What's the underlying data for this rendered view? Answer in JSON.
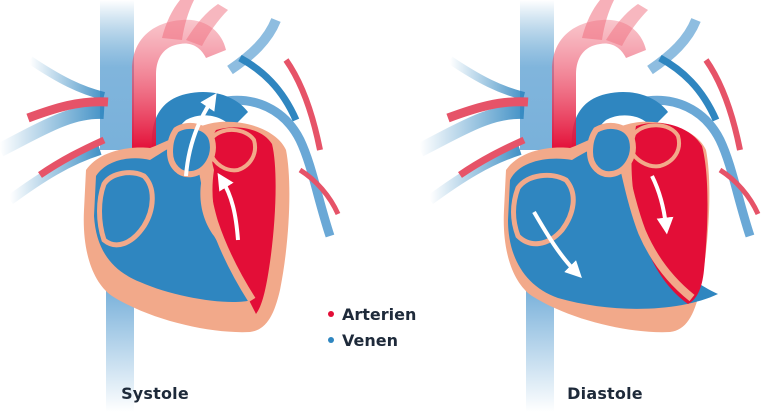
{
  "colors": {
    "artery": "#e30e37",
    "vein": "#2f86c0",
    "tissue": "#f2a98a",
    "vessel_light": "#8ebde0"
  },
  "legend": [
    {
      "label": "Arterien",
      "color": "#e30e37"
    },
    {
      "label": "Venen",
      "color": "#2f86c0"
    }
  ],
  "diagrams": {
    "systole": {
      "caption": "Systole"
    },
    "diastole": {
      "caption": "Diastole"
    }
  }
}
